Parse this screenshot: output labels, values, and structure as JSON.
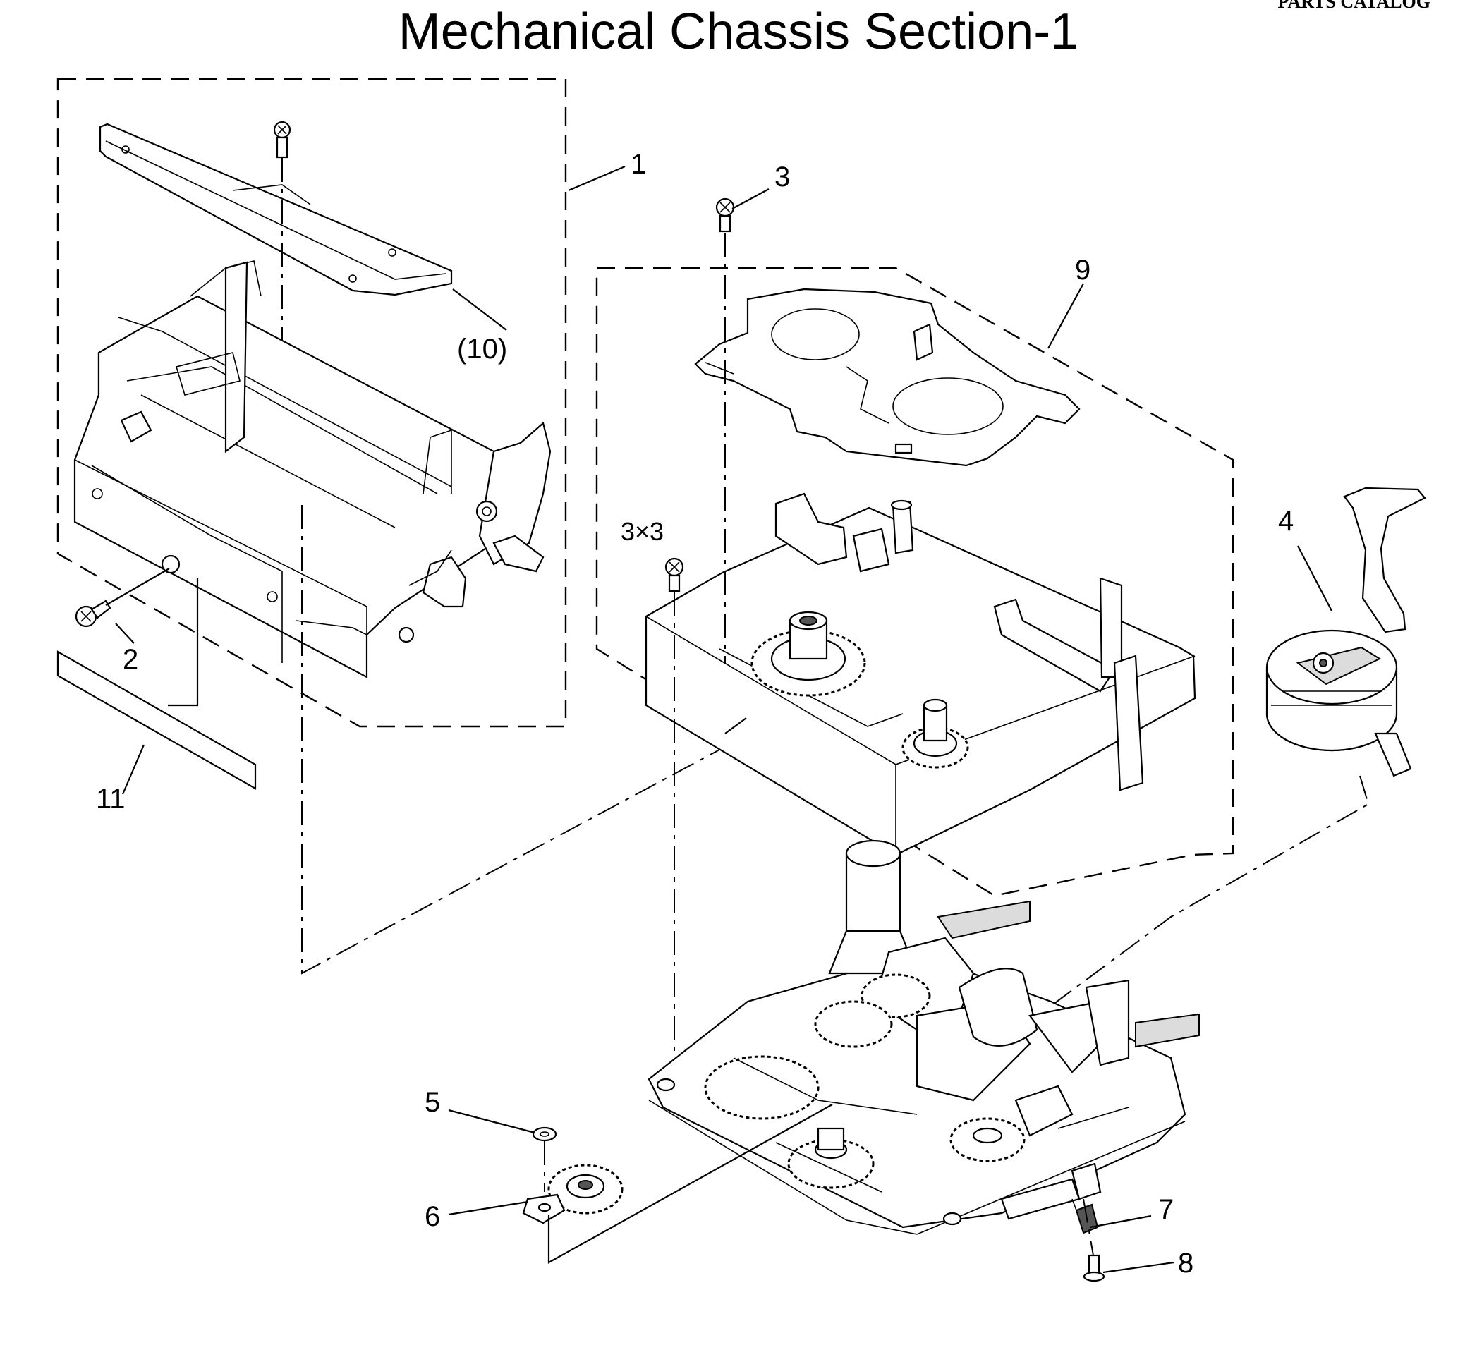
{
  "header": {
    "title": "Mechanical Chassis Section-1",
    "corner_label": "PARTS CATALOG"
  },
  "callouts": {
    "c1": "1",
    "c2": "2",
    "c3": "3",
    "c3x3": "3×3",
    "c4": "4",
    "c5": "5",
    "c6": "6",
    "c7": "7",
    "c8": "8",
    "c9": "9",
    "c10": "(10)",
    "c11": "11"
  }
}
